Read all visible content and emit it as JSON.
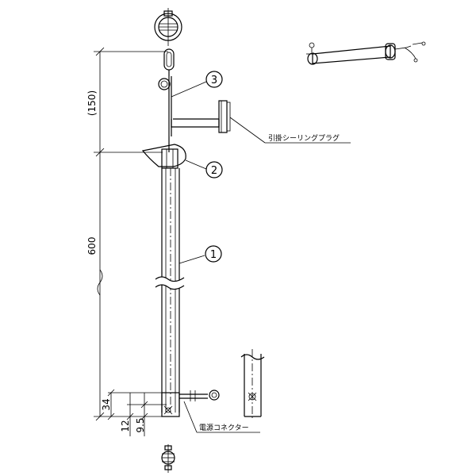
{
  "dimensions": {
    "dim_150": "(150)",
    "dim_600": "600",
    "dim_34": "34",
    "dim_12": "12",
    "dim_9_5": "9.5"
  },
  "callouts": {
    "c1": "1",
    "c2": "2",
    "c3": "3"
  },
  "labels": {
    "ceiling_plug": "引掛シーリングプラグ",
    "power_connector": "電源コネクター"
  }
}
